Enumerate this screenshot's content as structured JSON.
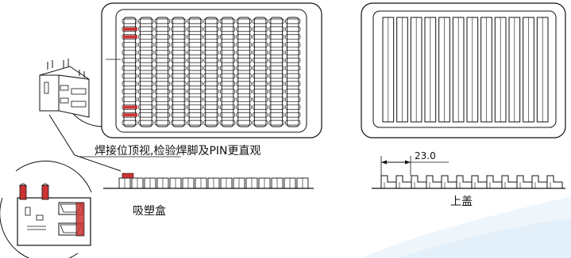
{
  "labels": {
    "note": "焊接位顶视,检验焊脚及PIN更直观",
    "tray": "吸塑盒",
    "lid": "上盖",
    "dimension": "23.0"
  },
  "colors": {
    "line": "#111111",
    "pin": "#cc3333",
    "accent_fade": "#e8f3fb"
  },
  "grid": {
    "cols": 11,
    "rows": 14
  }
}
